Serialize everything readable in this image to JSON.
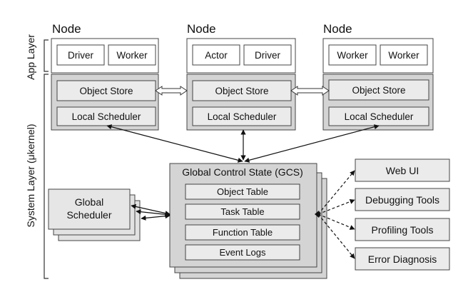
{
  "layers": {
    "app": "App Layer",
    "system": "System Layer (μkernel)"
  },
  "nodes": [
    {
      "title": "Node",
      "workers": [
        "Driver",
        "Worker"
      ],
      "object_store": "Object Store",
      "local_scheduler": "Local Scheduler"
    },
    {
      "title": "Node",
      "workers": [
        "Actor",
        "Driver"
      ],
      "object_store": "Object Store",
      "local_scheduler": "Local Scheduler"
    },
    {
      "title": "Node",
      "workers": [
        "Worker",
        "Worker"
      ],
      "object_store": "Object Store",
      "local_scheduler": "Local Scheduler"
    }
  ],
  "gcs": {
    "title": "Global Control State (GCS)",
    "tables": [
      "Object Table",
      "Task Table",
      "Function Table",
      "Event Logs"
    ]
  },
  "global_scheduler": {
    "line1": "Global",
    "line2": "Scheduler"
  },
  "tools": [
    "Web UI",
    "Debugging Tools",
    "Profiling Tools",
    "Error Diagnosis"
  ],
  "colors": {
    "panel": "#d4d4d4",
    "box": "#ebebeb",
    "white": "#ffffff",
    "stroke": "#333333"
  }
}
